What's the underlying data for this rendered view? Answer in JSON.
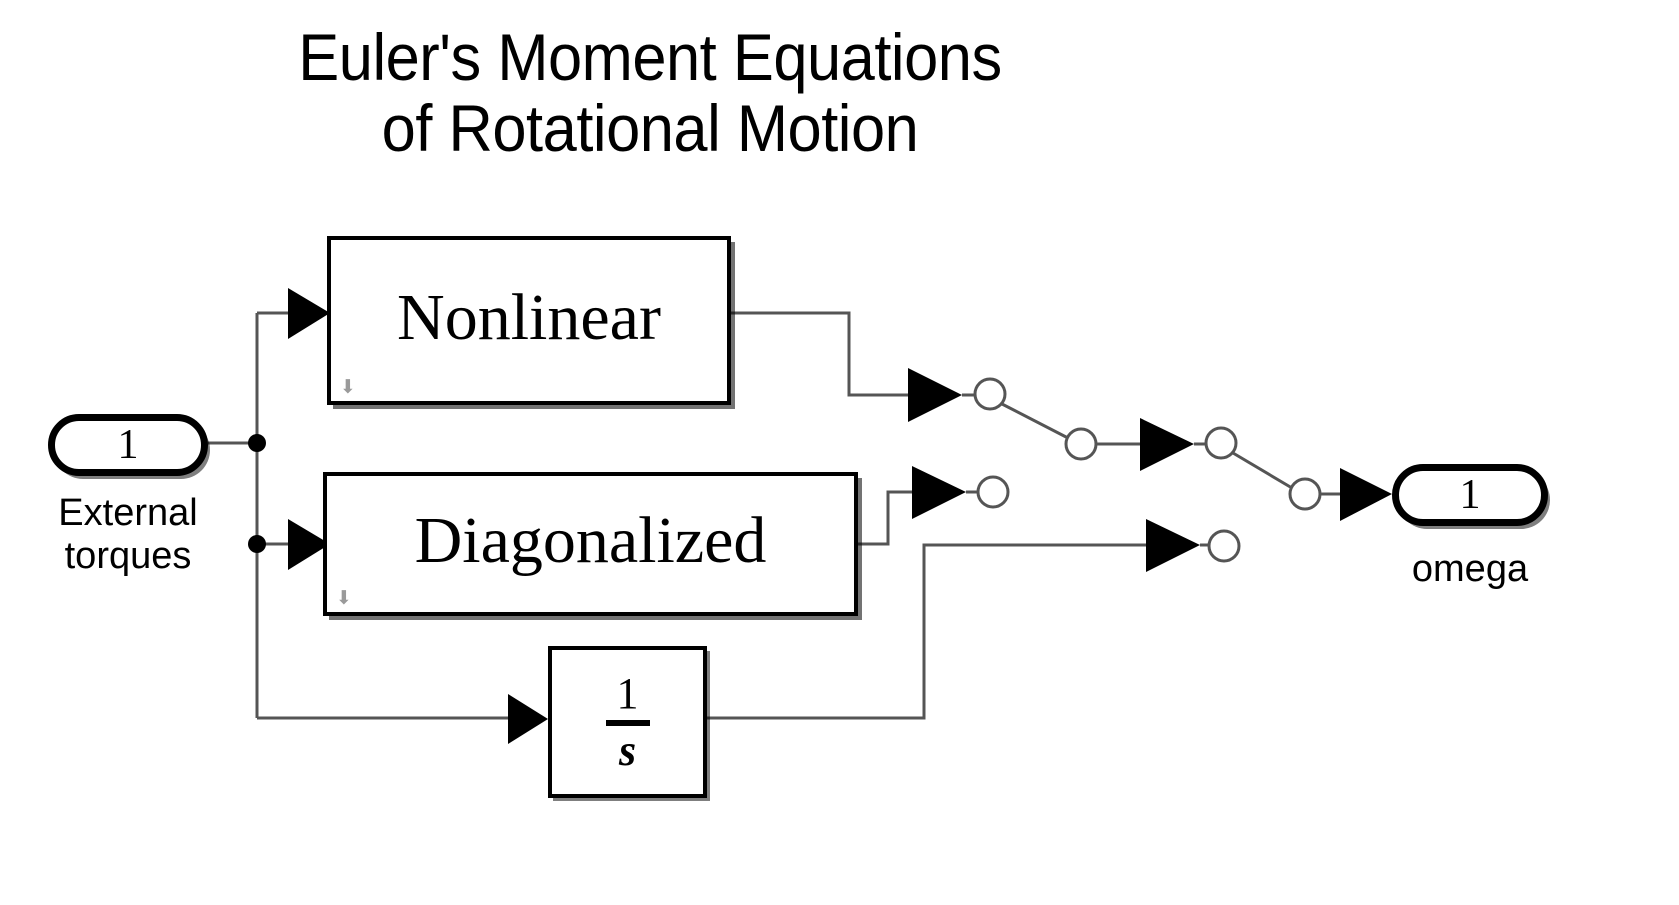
{
  "diagram": {
    "title_lines": [
      "Euler's Moment Equations",
      "of Rotational Motion"
    ],
    "background_color": "#ffffff",
    "line_color": "#555555",
    "block_border_color": "#000000"
  },
  "input_port": {
    "number": "1",
    "caption": "External\ntorques"
  },
  "output_port": {
    "number": "1",
    "caption": "omega"
  },
  "blocks": [
    {
      "id": "nonlinear",
      "label": "Nonlinear",
      "variant_icon": "down-arrow-icon"
    },
    {
      "id": "diagonalized",
      "label": "Diagonalized",
      "variant_icon": "down-arrow-icon"
    },
    {
      "id": "integrator",
      "numerator": "1",
      "denominator": "s"
    }
  ],
  "switches": [
    {
      "id": "switch-1",
      "name": "manual-switch-nonlinear",
      "state": "connected"
    },
    {
      "id": "switch-2",
      "name": "manual-switch-diagonalized",
      "state": "open"
    },
    {
      "id": "switch-3",
      "name": "manual-switch-integrator",
      "state": "open"
    },
    {
      "id": "switch-4",
      "name": "manual-switch-output",
      "state": "connected"
    }
  ]
}
